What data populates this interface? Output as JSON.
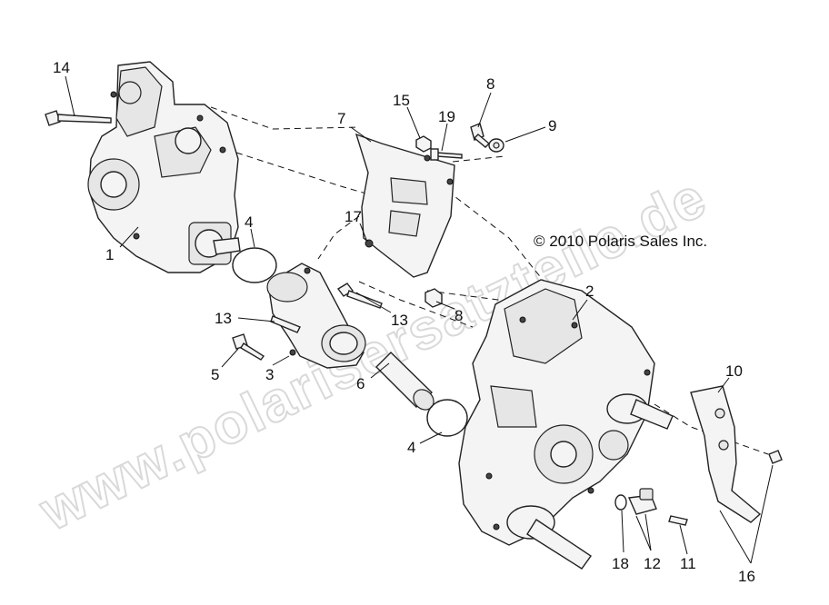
{
  "watermark": "www.polarisersatzteile.de",
  "copyright": "© 2010 Polaris Sales Inc.",
  "callouts": {
    "c1": "1",
    "c2": "2",
    "c3": "3",
    "c4a": "4",
    "c4b": "4",
    "c5": "5",
    "c6": "6",
    "c7": "7",
    "c8a": "8",
    "c8b": "8",
    "c9": "9",
    "c10": "10",
    "c11": "11",
    "c12": "12",
    "c13a": "13",
    "c13b": "13",
    "c14": "14",
    "c15": "15",
    "c16": "16",
    "c17": "17",
    "c18": "18",
    "c19": "19"
  }
}
